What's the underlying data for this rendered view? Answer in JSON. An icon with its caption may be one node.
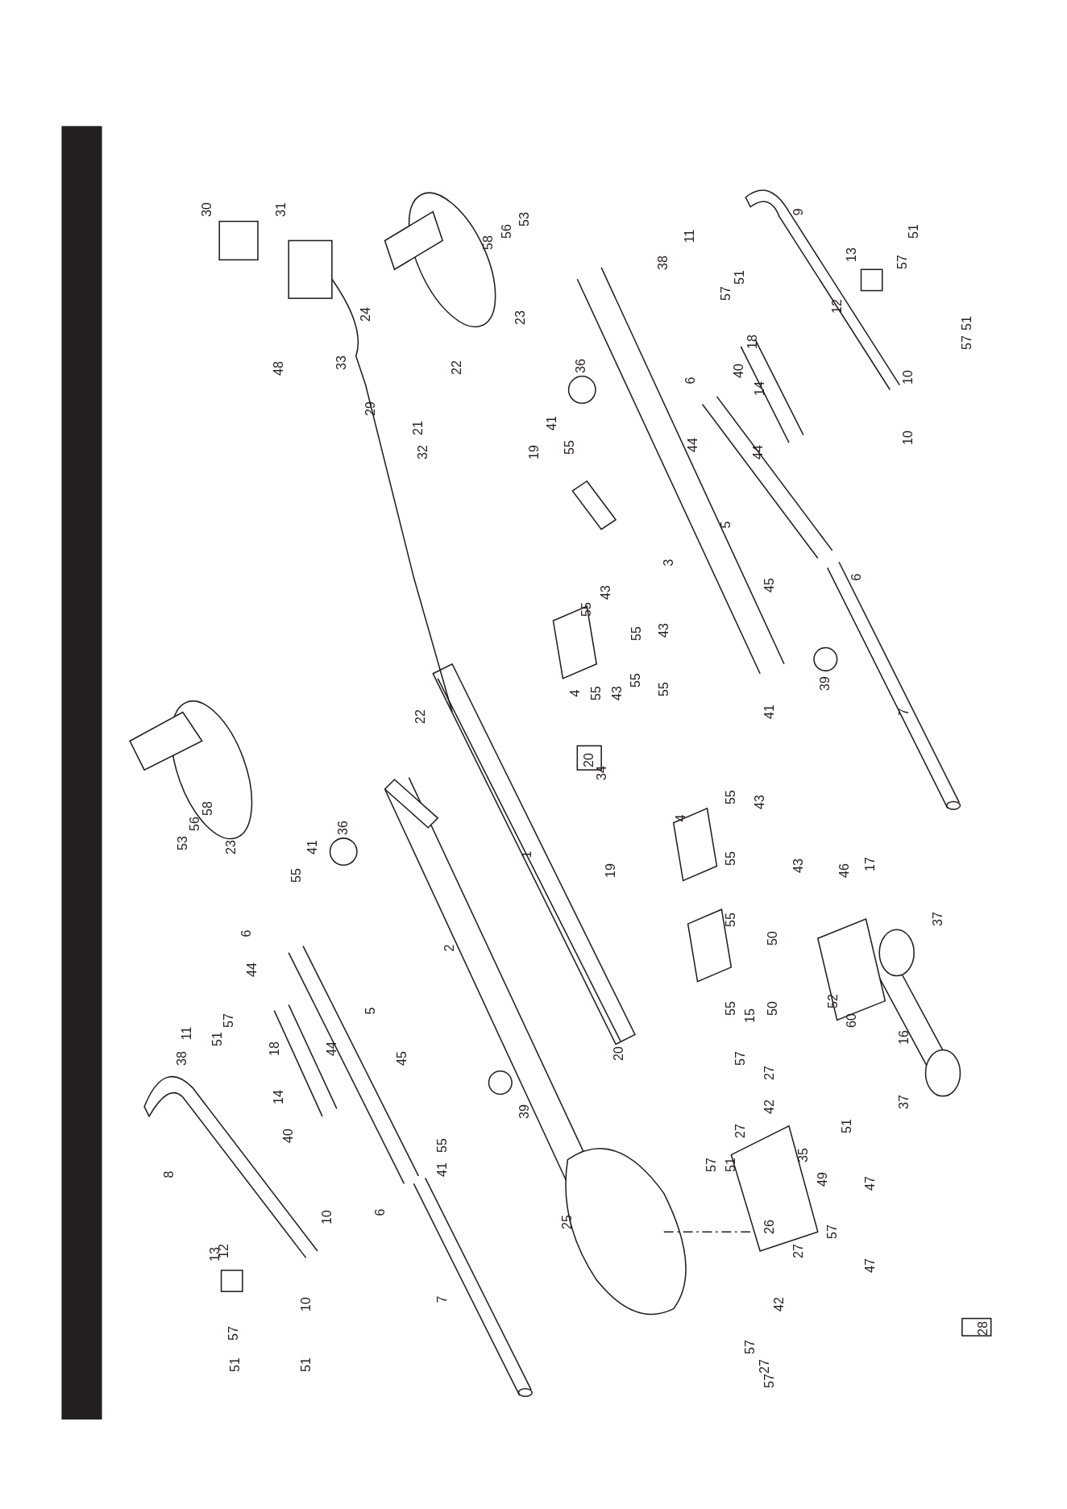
{
  "diagram": {
    "labels": [
      "30",
      "31",
      "9",
      "53",
      "56",
      "11",
      "51",
      "58",
      "13",
      "38",
      "57",
      "24",
      "23",
      "57",
      "51",
      "12",
      "18",
      "51",
      "57",
      "22",
      "36",
      "6",
      "48",
      "33",
      "40",
      "14",
      "10",
      "29",
      "21",
      "41",
      "55",
      "44",
      "44",
      "10",
      "32",
      "19",
      "5",
      "3",
      "6",
      "45",
      "55",
      "43",
      "55",
      "43",
      "55",
      "4",
      "55",
      "43",
      "55",
      "41",
      "39",
      "7",
      "22",
      "20",
      "34",
      "1",
      "53",
      "56",
      "58",
      "23",
      "36",
      "41",
      "55",
      "4",
      "55",
      "43",
      "6",
      "44",
      "55",
      "19",
      "43",
      "46",
      "17",
      "37",
      "5",
      "2",
      "11",
      "38",
      "57",
      "51",
      "18",
      "14",
      "44",
      "45",
      "15",
      "55",
      "50",
      "52",
      "50",
      "60",
      "55",
      "16",
      "20",
      "37",
      "40",
      "39",
      "8",
      "41",
      "55",
      "57",
      "51",
      "27",
      "42",
      "27",
      "57",
      "51",
      "13",
      "12",
      "6",
      "10",
      "35",
      "49",
      "25",
      "26",
      "47",
      "47",
      "57",
      "10",
      "51",
      "51",
      "57",
      "27",
      "42",
      "57",
      "57",
      "27",
      "7",
      "28"
    ]
  }
}
